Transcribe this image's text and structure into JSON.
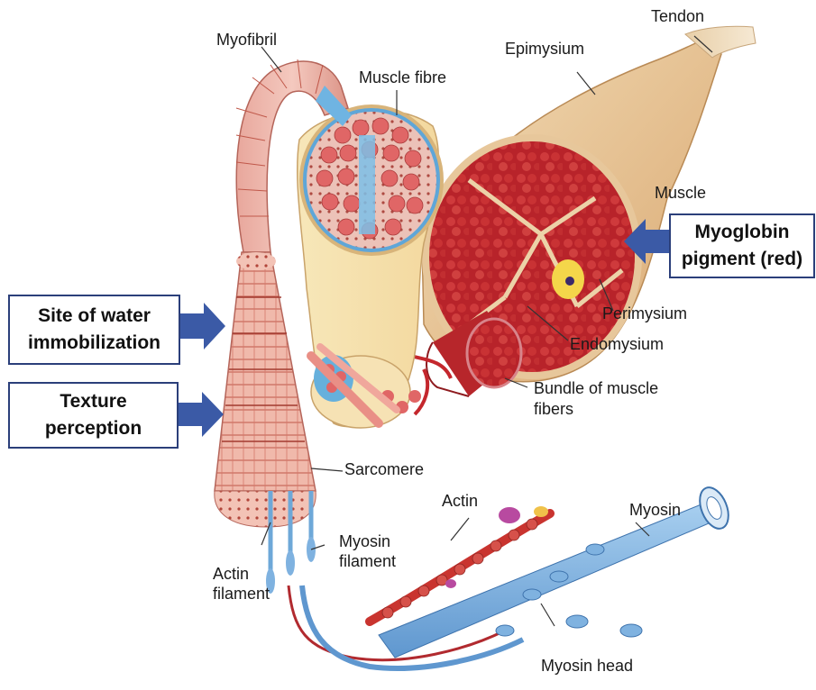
{
  "labels": {
    "tendon": "Tendon",
    "myofibril": "Myofibril",
    "epimysium": "Epimysium",
    "muscle_fibre": "Muscle fibre",
    "muscle": "Muscle",
    "perimysium": "Perimysium",
    "endomysium": "Endomysium",
    "bundle_line1": "Bundle of muscle",
    "bundle_line2": "fibers",
    "sarcomere": "Sarcomere",
    "actin": "Actin",
    "myosin": "Myosin",
    "myosin_filament_line1": "Myosin",
    "myosin_filament_line2": "filament",
    "actin_filament_line1": "Actin",
    "actin_filament_line2": "filament",
    "myosin_head": "Myosin head"
  },
  "callouts": {
    "myoglobin_line1": "Myoglobin",
    "myoglobin_line2": "pigment (red)",
    "water_line1": "Site of water",
    "water_line2": "immobilization",
    "texture_line1": "Texture",
    "texture_line2": "perception"
  },
  "colors": {
    "callout_border": "#2b3f7a",
    "arrow": "#3b5aa6",
    "muscle_red": "#c0272d",
    "epimysium": "#e6c08f",
    "myosin_blue": "#7fb2e0"
  }
}
